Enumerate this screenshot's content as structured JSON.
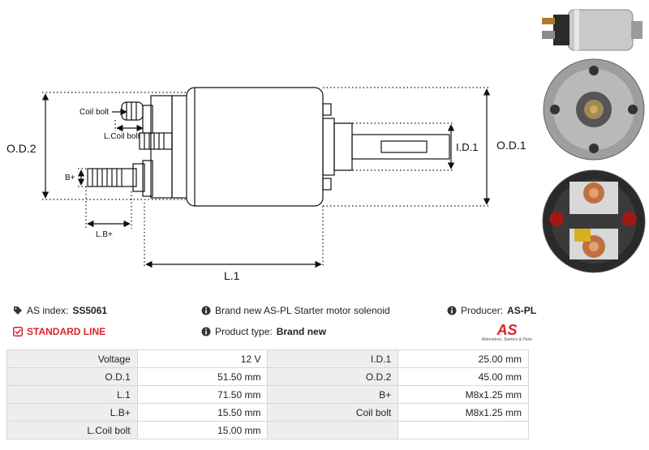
{
  "diagram": {
    "labels": {
      "od2": "O.D.2",
      "od1": "O.D.1",
      "id1": "I.D.1",
      "l1": "L.1",
      "lb": "L.B+",
      "b": "B+",
      "coil_bolt": "Coil bolt",
      "l_coil_bolt": "L.Coil bolt"
    }
  },
  "info": {
    "as_index_label": "AS index:",
    "as_index_value": "SS5061",
    "description": "Brand new AS-PL Starter motor solenoid",
    "producer_label": "Producer:",
    "producer_value": "AS-PL",
    "line": "STANDARD LINE",
    "product_type_label": "Product type:",
    "product_type_value": "Brand new",
    "logo_text": "AS",
    "logo_tagline": "Alternators, Starters & Parts"
  },
  "specs": [
    {
      "k1": "Voltage",
      "v1": "12 V",
      "k2": "I.D.1",
      "v2": "25.00 mm"
    },
    {
      "k1": "O.D.1",
      "v1": "51.50 mm",
      "k2": "O.D.2",
      "v2": "45.00 mm"
    },
    {
      "k1": "L.1",
      "v1": "71.50 mm",
      "k2": "B+",
      "v2": "M8x1.25 mm"
    },
    {
      "k1": "L.B+",
      "v1": "15.50 mm",
      "k2": "Coil bolt",
      "v2": "M8x1.25 mm"
    },
    {
      "k1": "L.Coil bolt",
      "v1": "15.00 mm",
      "k2": "",
      "v2": ""
    }
  ],
  "colors": {
    "accent": "#d9232a",
    "key_cell_bg": "#eeeeee",
    "border": "#d7d7d7"
  }
}
